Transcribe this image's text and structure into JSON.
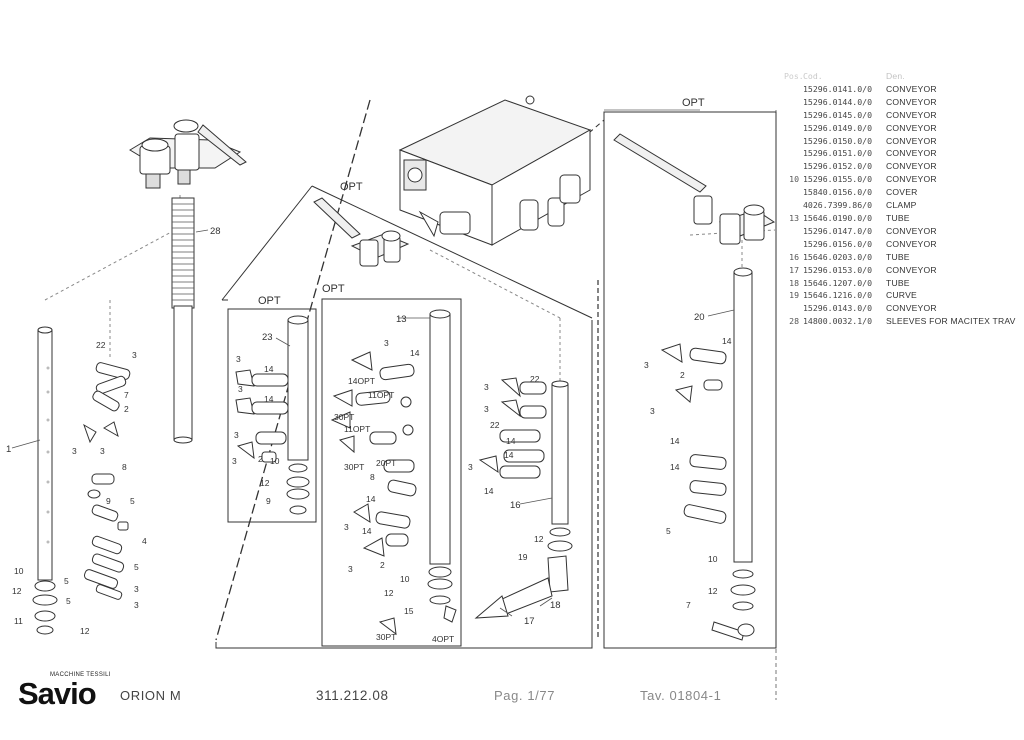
{
  "drawing": {
    "opt_labels": [
      "OPT",
      "OPT",
      "OPT",
      "OPT"
    ],
    "callouts_large": [
      "28",
      "1",
      "23",
      "13",
      "16",
      "20",
      "18",
      "17"
    ],
    "callouts_small": [
      "22",
      "3",
      "7",
      "2",
      "3",
      "3",
      "8",
      "9",
      "5",
      "4",
      "10",
      "12",
      "11",
      "12",
      "5",
      "3",
      "5",
      "3",
      "5",
      "3",
      "14",
      "3",
      "14",
      "3",
      "2",
      "3",
      "10",
      "12",
      "9",
      "3",
      "14",
      "14OPT",
      "11OPT",
      "30PT",
      "11OPT",
      "30PT",
      "20PT",
      "8",
      "14",
      "3",
      "14",
      "3",
      "2",
      "10",
      "12",
      "15",
      "30PT",
      "4OPT",
      "3",
      "22",
      "3",
      "22",
      "14",
      "3",
      "14",
      "14",
      "12",
      "19",
      "3",
      "14",
      "2",
      "3",
      "14",
      "14",
      "5",
      "10",
      "12",
      "7"
    ]
  },
  "parts_table": {
    "header": [
      "Pos.",
      "Cod.",
      "Den."
    ],
    "rows": [
      {
        "pos": "",
        "code": "15296.0141.0/0",
        "desc": "CONVEYOR"
      },
      {
        "pos": "",
        "code": "15296.0144.0/0",
        "desc": "CONVEYOR"
      },
      {
        "pos": "",
        "code": "15296.0145.0/0",
        "desc": "CONVEYOR"
      },
      {
        "pos": "",
        "code": "15296.0149.0/0",
        "desc": "CONVEYOR"
      },
      {
        "pos": "",
        "code": "15296.0150.0/0",
        "desc": "CONVEYOR"
      },
      {
        "pos": "",
        "code": "15296.0151.0/0",
        "desc": "CONVEYOR"
      },
      {
        "pos": "",
        "code": "15296.0152.0/0",
        "desc": "CONVEYOR"
      },
      {
        "pos": "10",
        "code": "15296.0155.0/0",
        "desc": "CONVEYOR"
      },
      {
        "pos": "",
        "code": "15840.0156.0/0",
        "desc": "COVER"
      },
      {
        "pos": "",
        "code": "4026.7399.86/0",
        "desc": "CLAMP"
      },
      {
        "pos": "13",
        "code": "15646.0190.0/0",
        "desc": "TUBE"
      },
      {
        "pos": "",
        "code": "15296.0147.0/0",
        "desc": "CONVEYOR"
      },
      {
        "pos": "",
        "code": "15296.0156.0/0",
        "desc": "CONVEYOR"
      },
      {
        "pos": "16",
        "code": "15646.0203.0/0",
        "desc": "TUBE"
      },
      {
        "pos": "17",
        "code": "15296.0153.0/0",
        "desc": "CONVEYOR"
      },
      {
        "pos": "18",
        "code": "15646.1207.0/0",
        "desc": "TUBE"
      },
      {
        "pos": "19",
        "code": "15646.1216.0/0",
        "desc": "CURVE"
      },
      {
        "pos": "",
        "code": "15296.0143.0/0",
        "desc": "CONVEYOR"
      },
      {
        "pos": "28",
        "code": "14800.0032.1/0",
        "desc": "SLEEVES FOR MACITEX TRAV"
      }
    ]
  },
  "footer": {
    "brand_small": "MACCHINE TESSILI",
    "brand": "Savio",
    "model": "ORION M",
    "code": "311.212.08",
    "page": "Pag. 1/77",
    "tav": "Tav. 01804-1"
  },
  "colors": {
    "ink": "#222222",
    "faint_ink": "#888888",
    "paper": "#ffffff"
  }
}
